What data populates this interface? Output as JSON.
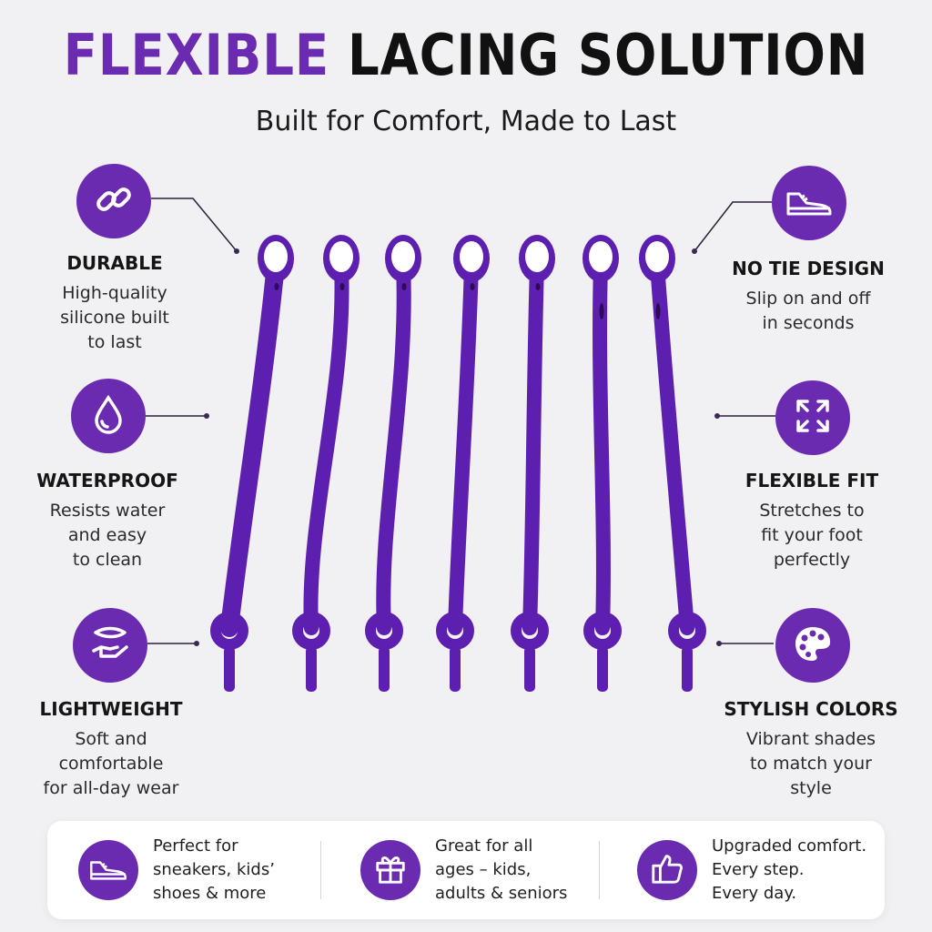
{
  "header": {
    "title_accent": "FLEXIBLE",
    "title_rest": "LACING SOLUTION",
    "subtitle": "Built for Comfort, Made to Last"
  },
  "colors": {
    "accent": "#6a2bb0",
    "lace": "#5d1fb0",
    "background": "#f1f0f2"
  },
  "features_left": [
    {
      "icon": "chain-link-icon",
      "title": "DURABLE",
      "desc": "High-quality\nsilicone built\nto last"
    },
    {
      "icon": "water-drop-icon",
      "title": "WATERPROOF",
      "desc": "Resists water\nand easy\nto clean"
    },
    {
      "icon": "feather-hand-icon",
      "title": "LIGHTWEIGHT",
      "desc": "Soft and\ncomfortable\nfor all-day wear"
    }
  ],
  "features_right": [
    {
      "icon": "sneaker-icon",
      "title": "NO TIE DESIGN",
      "desc": "Slip on and off\nin seconds"
    },
    {
      "icon": "expand-arrows-icon",
      "title": "FLEXIBLE FIT",
      "desc": "Stretches to\nfit your foot\nperfectly"
    },
    {
      "icon": "palette-icon",
      "title": "STYLISH COLORS",
      "desc": "Vibrant shades\nto match your\nstyle"
    }
  ],
  "laces_count": 7,
  "bottom": [
    {
      "icon": "sneaker-icon",
      "text": "Perfect for\nsneakers, kids’\nshoes & more"
    },
    {
      "icon": "gift-icon",
      "text": "Great for all\nages – kids,\nadults & seniors"
    },
    {
      "icon": "thumbs-up-icon",
      "text": "Upgraded comfort.\nEvery step.\nEvery day."
    }
  ]
}
